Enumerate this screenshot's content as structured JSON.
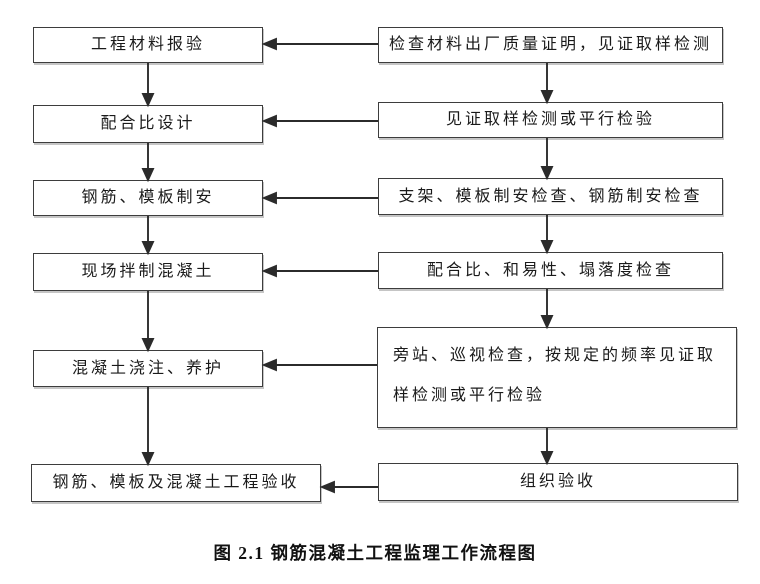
{
  "figure": {
    "caption": "图 2.1  钢筋混凝土工程监理工作流程图"
  },
  "flowchart": {
    "left_column": [
      {
        "label": "工程材料报验"
      },
      {
        "label": "配合比设计"
      },
      {
        "label": "钢筋、模板制安"
      },
      {
        "label": "现场拌制混凝土"
      },
      {
        "label": "混凝土浇注、养护"
      },
      {
        "label": "钢筋、模板及混凝土工程验收"
      }
    ],
    "right_column": [
      {
        "label": "检查材料出厂质量证明，见证取样检测"
      },
      {
        "label": "见证取样检测或平行检验"
      },
      {
        "label": "支架、模板制安检查、钢筋制安检查"
      },
      {
        "label": "配合比、和易性、塌落度检查"
      },
      {
        "label": "旁站、巡视检查，按规定的频率见证取样检测或平行检验"
      },
      {
        "label": "组织验收"
      }
    ],
    "colors": {
      "background": "#ffffff",
      "box_border": "#3d3d3d",
      "arrow": "#2b2b2b",
      "text": "#1a1a1a"
    }
  }
}
